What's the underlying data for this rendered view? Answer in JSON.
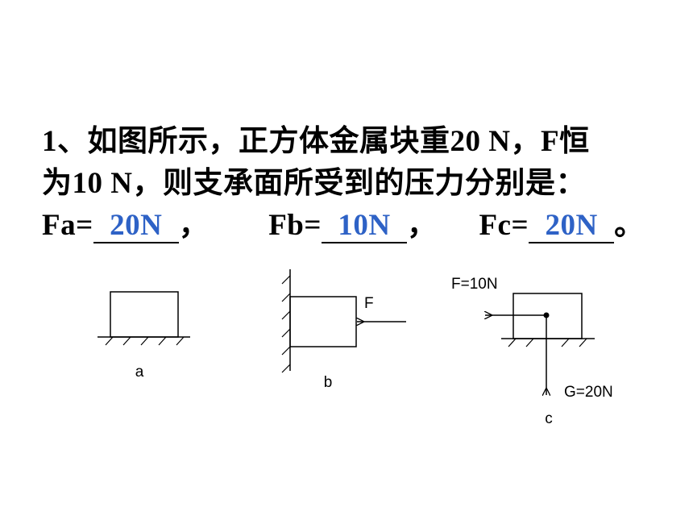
{
  "question": {
    "line1": "1、如图所示，正方体金属块重20 N，F恒",
    "line2": "为10 N，则支承面所受到的压力分别是：",
    "fa_prefix": "Fa=",
    "fa_answer": "20N",
    "fa_suffix": "，",
    "fb_prefix": "Fb=",
    "fb_answer": "10N",
    "fb_suffix": "，",
    "fc_prefix": "Fc=",
    "fc_answer": "20N",
    "fc_suffix": "。"
  },
  "figures": {
    "a_label": "a",
    "b_label": "b",
    "b_force_label": "F",
    "c_label": "c",
    "c_force_label": "F=10N",
    "c_weight_label": "G=20N"
  },
  "colors": {
    "answer": "#2e62c6",
    "text": "#000000"
  }
}
